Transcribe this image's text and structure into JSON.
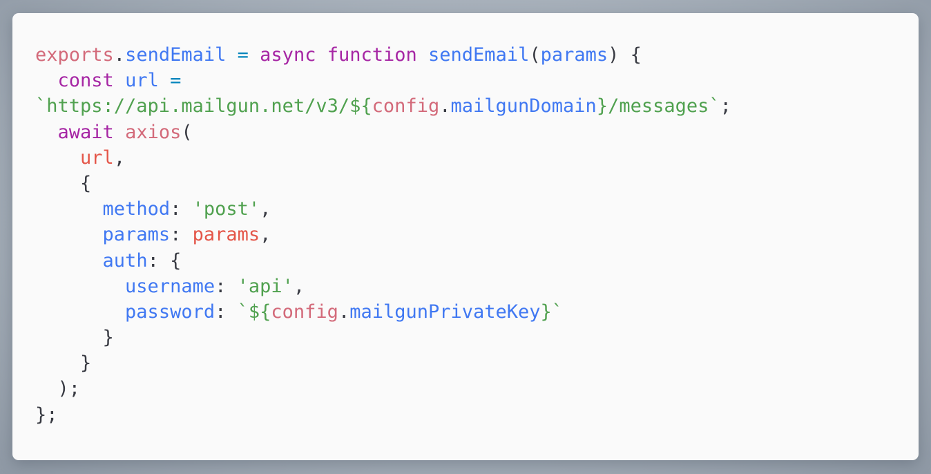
{
  "colors": {
    "background": "#a9b2bc",
    "card": "#fafafa",
    "default": "#383a42",
    "keyword": "#a626a4",
    "function": "#4078f2",
    "property": "#4078f2",
    "variable": "#e45649",
    "object": "#d36a7a",
    "string": "#50a14f",
    "operator": "#0184bc"
  },
  "code_lines": [
    [
      {
        "t": "exports",
        "c": "object"
      },
      {
        "t": ".",
        "c": "default"
      },
      {
        "t": "sendEmail",
        "c": "property"
      },
      {
        "t": " ",
        "c": "default"
      },
      {
        "t": "=",
        "c": "operator"
      },
      {
        "t": " ",
        "c": "default"
      },
      {
        "t": "async",
        "c": "keyword"
      },
      {
        "t": " ",
        "c": "default"
      },
      {
        "t": "function",
        "c": "keyword"
      },
      {
        "t": " ",
        "c": "default"
      },
      {
        "t": "sendEmail",
        "c": "function"
      },
      {
        "t": "(",
        "c": "default"
      },
      {
        "t": "params",
        "c": "property"
      },
      {
        "t": ") {",
        "c": "default"
      }
    ],
    [
      {
        "t": "  ",
        "c": "default"
      },
      {
        "t": "const",
        "c": "keyword"
      },
      {
        "t": " ",
        "c": "default"
      },
      {
        "t": "url",
        "c": "property"
      },
      {
        "t": " ",
        "c": "default"
      },
      {
        "t": "=",
        "c": "operator"
      }
    ],
    [
      {
        "t": "`https://api.mailgun.net/v3/${",
        "c": "string"
      },
      {
        "t": "config",
        "c": "object"
      },
      {
        "t": ".",
        "c": "default"
      },
      {
        "t": "mailgunDomain",
        "c": "property"
      },
      {
        "t": "}/messages`",
        "c": "string"
      },
      {
        "t": ";",
        "c": "default"
      }
    ],
    [
      {
        "t": "  ",
        "c": "default"
      },
      {
        "t": "await",
        "c": "keyword"
      },
      {
        "t": " ",
        "c": "default"
      },
      {
        "t": "axios",
        "c": "object"
      },
      {
        "t": "(",
        "c": "default"
      }
    ],
    [
      {
        "t": "    ",
        "c": "default"
      },
      {
        "t": "url",
        "c": "variable"
      },
      {
        "t": ",",
        "c": "default"
      }
    ],
    [
      {
        "t": "    {",
        "c": "default"
      }
    ],
    [
      {
        "t": "      ",
        "c": "default"
      },
      {
        "t": "method",
        "c": "property"
      },
      {
        "t": ": ",
        "c": "default"
      },
      {
        "t": "'post'",
        "c": "string"
      },
      {
        "t": ",",
        "c": "default"
      }
    ],
    [
      {
        "t": "      ",
        "c": "default"
      },
      {
        "t": "params",
        "c": "property"
      },
      {
        "t": ": ",
        "c": "default"
      },
      {
        "t": "params",
        "c": "variable"
      },
      {
        "t": ",",
        "c": "default"
      }
    ],
    [
      {
        "t": "      ",
        "c": "default"
      },
      {
        "t": "auth",
        "c": "property"
      },
      {
        "t": ": {",
        "c": "default"
      }
    ],
    [
      {
        "t": "        ",
        "c": "default"
      },
      {
        "t": "username",
        "c": "property"
      },
      {
        "t": ": ",
        "c": "default"
      },
      {
        "t": "'api'",
        "c": "string"
      },
      {
        "t": ",",
        "c": "default"
      }
    ],
    [
      {
        "t": "        ",
        "c": "default"
      },
      {
        "t": "password",
        "c": "property"
      },
      {
        "t": ": ",
        "c": "default"
      },
      {
        "t": "`${",
        "c": "string"
      },
      {
        "t": "config",
        "c": "object"
      },
      {
        "t": ".",
        "c": "default"
      },
      {
        "t": "mailgunPrivateKey",
        "c": "property"
      },
      {
        "t": "}`",
        "c": "string"
      }
    ],
    [
      {
        "t": "      }",
        "c": "default"
      }
    ],
    [
      {
        "t": "    }",
        "c": "default"
      }
    ],
    [
      {
        "t": "  );",
        "c": "default"
      }
    ],
    [
      {
        "t": "};",
        "c": "default"
      }
    ]
  ]
}
